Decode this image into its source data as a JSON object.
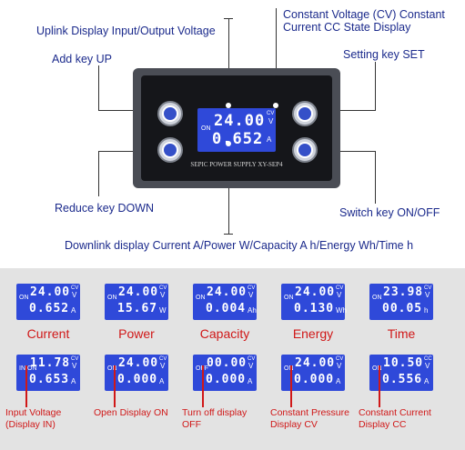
{
  "labels": {
    "uplink": "Uplink Display Input/Output Voltage",
    "cv_state": "Constant Voltage (CV) Constant Current CC State Display",
    "add_key": "Add key UP",
    "setting_key": "Setting key SET",
    "reduce_key": "Reduce key DOWN",
    "switch_key": "Switch key ON/OFF",
    "downlink": "Downlink display Current A/Power W/Capacity A h/Energy Wh/Time h"
  },
  "device": {
    "brand": "SEPIC POWER SUPPLY XY-SEP4",
    "on": "ON",
    "line1": "24.00",
    "unit1": "V",
    "mode": "CV",
    "line2": "0.652",
    "unit2": "A"
  },
  "row1": [
    {
      "status": "ON",
      "line1": "24.00",
      "mode": "CV",
      "unit1": "V",
      "line2": "0.652",
      "unit2": "A",
      "caption": "Current"
    },
    {
      "status": "ON",
      "line1": "24.00",
      "mode": "CV",
      "unit1": "V",
      "line2": "15.67",
      "unit2": "W",
      "caption": "Power"
    },
    {
      "status": "ON",
      "line1": "24.00",
      "mode": "CV",
      "unit1": "V",
      "line2": "0.004",
      "unit2": "Ah",
      "caption": "Capacity"
    },
    {
      "status": "ON",
      "line1": "24.00",
      "mode": "CV",
      "unit1": "V",
      "line2": "0.130",
      "unit2": "Wh",
      "caption": "Energy"
    },
    {
      "status": "ON",
      "line1": "23.98",
      "mode": "CV",
      "unit1": "V",
      "line2": "00.05",
      "unit2": "h",
      "caption": "Time"
    }
  ],
  "row2": [
    {
      "status": "IN ON",
      "line1": "11.78",
      "mode": "CV",
      "unit1": "V",
      "line2": "0.653",
      "unit2": "A",
      "caption": "Input Voltage (Display IN)"
    },
    {
      "status": "ON",
      "line1": "24.00",
      "mode": "CV",
      "unit1": "V",
      "line2": "0.000",
      "unit2": "A",
      "caption": "Open Display ON"
    },
    {
      "status": "OFF",
      "line1": "00.00",
      "mode": "CV",
      "unit1": "V",
      "line2": "0.000",
      "unit2": "A",
      "caption": "Turn off display OFF"
    },
    {
      "status": "ON",
      "line1": "24.00",
      "mode": "CV",
      "unit1": "V",
      "line2": "0.000",
      "unit2": "A",
      "caption": "Constant Pressure Display CV"
    },
    {
      "status": "ON",
      "line1": "10.50",
      "mode": "CC",
      "unit1": "V",
      "line2": "0.556",
      "unit2": "A",
      "caption": "Constant Current Display CC"
    }
  ],
  "colors": {
    "lcd": "#2f49d9",
    "caption": "#d01818",
    "label": "#1b2a8c"
  }
}
